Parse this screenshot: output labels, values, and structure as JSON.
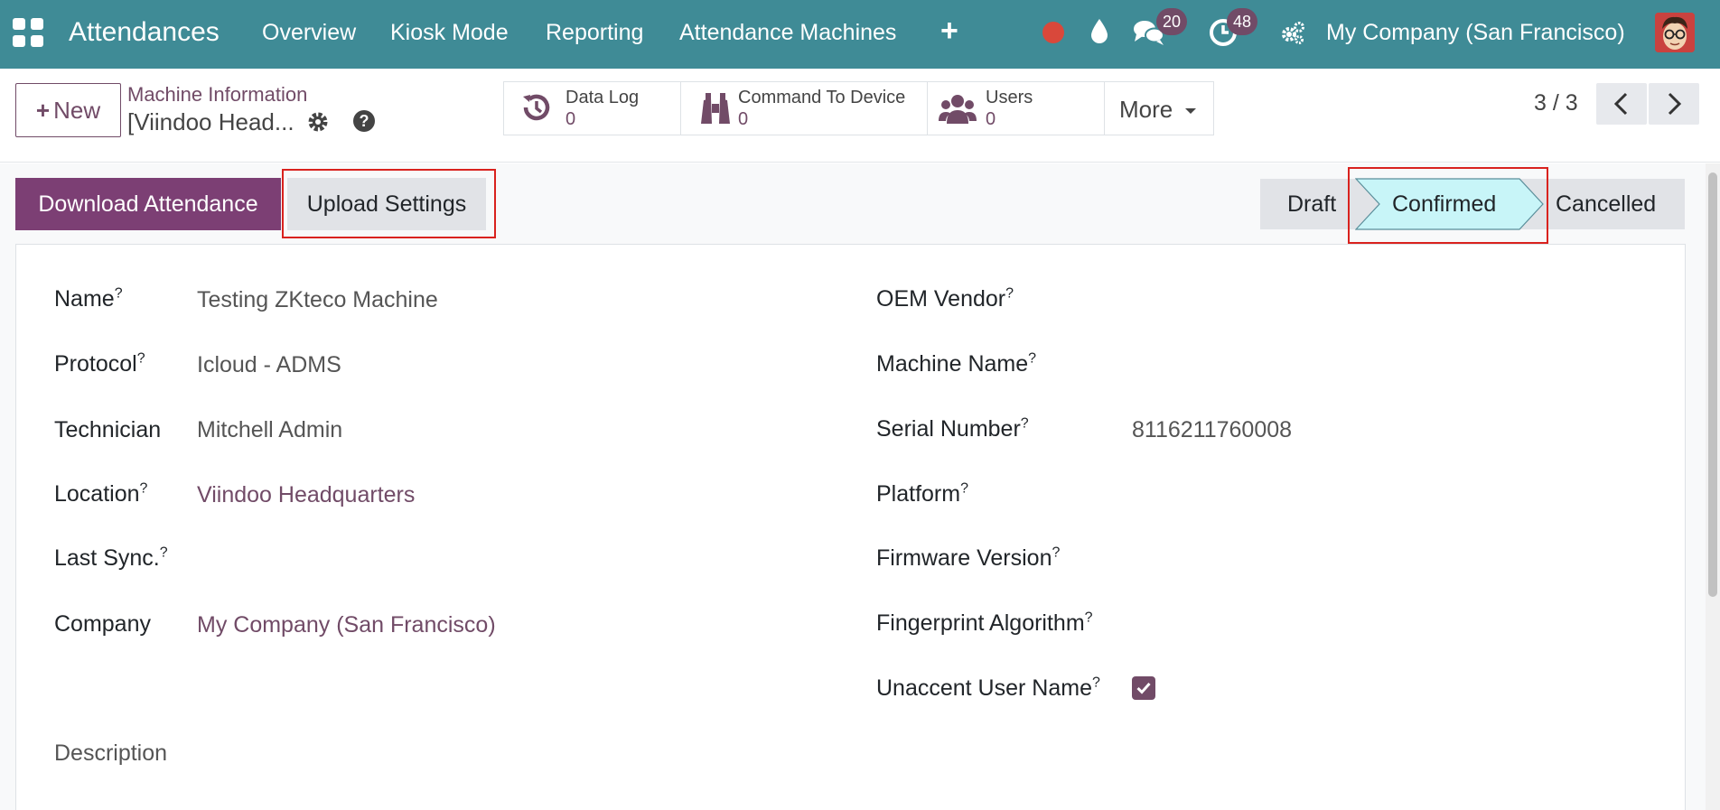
{
  "navbar": {
    "app_name": "Attendances",
    "menu": [
      "Overview",
      "Kiosk Mode",
      "Reporting",
      "Attendance Machines"
    ],
    "messages_count": "20",
    "activities_count": "48",
    "company": "My Company (San Francisco)",
    "accent_color": "#3f8b96",
    "icons": [
      "apps-grid-icon",
      "plus-icon",
      "record-icon",
      "droplet-icon",
      "chat-icon",
      "clock-icon",
      "settings-gears-icon",
      "user-avatar"
    ]
  },
  "control_panel": {
    "new_label": "New",
    "breadcrumb_parent": "Machine Information",
    "breadcrumb_current": "[Viindoo Head...",
    "smart_buttons": [
      {
        "title": "Data Log",
        "value": "0",
        "icon": "history-icon"
      },
      {
        "title": "Command To Device",
        "value": "0",
        "icon": "binoculars-icon"
      },
      {
        "title": "Users",
        "value": "0",
        "icon": "users-icon"
      }
    ],
    "more_label": "More",
    "pager": "3 / 3"
  },
  "actions": {
    "download_label": "Download Attendance",
    "upload_label": "Upload Settings"
  },
  "status": {
    "stages": [
      "Draft",
      "Confirmed",
      "Cancelled"
    ],
    "active": "Confirmed"
  },
  "form": {
    "left": [
      {
        "label": "Name",
        "help": "?",
        "value": "Testing ZKteco Machine"
      },
      {
        "label": "Protocol",
        "help": "?",
        "value": "Icloud - ADMS"
      },
      {
        "label": "Technician",
        "help": "",
        "value": "Mitchell Admin"
      },
      {
        "label": "Location",
        "help": "?",
        "value": "Viindoo Headquarters"
      },
      {
        "label": "Last Sync.",
        "help": "?",
        "value": ""
      },
      {
        "label": "Company",
        "help": "",
        "value": "My Company (San Francisco)"
      }
    ],
    "right": [
      {
        "label": "OEM Vendor",
        "help": "?",
        "value": ""
      },
      {
        "label": "Machine Name",
        "help": "?",
        "value": ""
      },
      {
        "label": "Serial Number",
        "help": "?",
        "value": "8116211760008"
      },
      {
        "label": "Platform",
        "help": "?",
        "value": ""
      },
      {
        "label": "Firmware Version",
        "help": "?",
        "value": ""
      },
      {
        "label": "Fingerprint Algorithm",
        "help": "?",
        "value": ""
      },
      {
        "label": "Unaccent User Name",
        "help": "?",
        "value": "checked"
      }
    ],
    "description_label": "Description"
  }
}
